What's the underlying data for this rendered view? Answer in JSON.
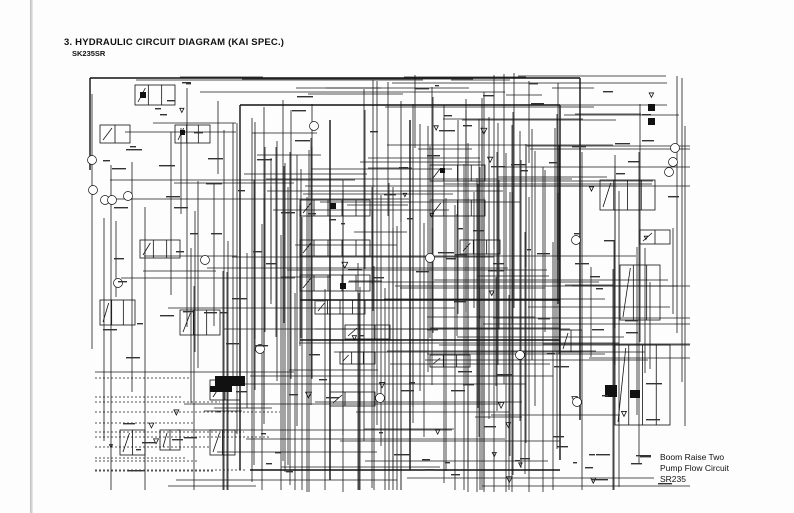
{
  "document": {
    "heading": "3. HYDRAULIC CIRCUIT DIAGRAM (KAI SPEC.)",
    "model": "SK235SR"
  },
  "annotation": {
    "line1": "Boom Raise Two",
    "line2": "Pump Flow Circuit",
    "line3": "SR235"
  },
  "colors": {
    "ink": "#1a1a1a",
    "paper": "#fdfdfd"
  }
}
